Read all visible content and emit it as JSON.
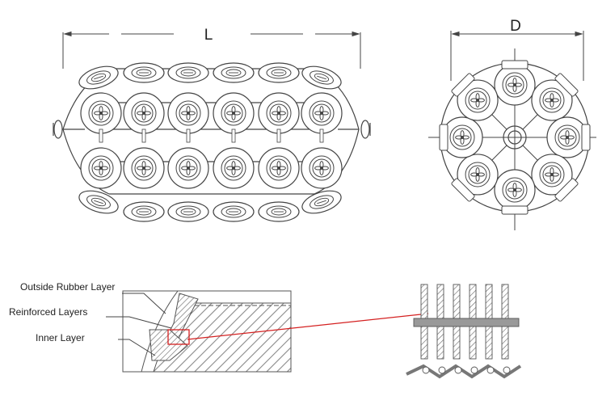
{
  "dimensions": {
    "length_label": "L",
    "diameter_label": "D"
  },
  "layers": {
    "outside": "Outside Rubber Layer",
    "reinforced": "Reinforced Layers",
    "inner": "Inner Layer"
  },
  "colors": {
    "line": "#444444",
    "detail_link": "#d42020",
    "hatch": "#888888"
  }
}
